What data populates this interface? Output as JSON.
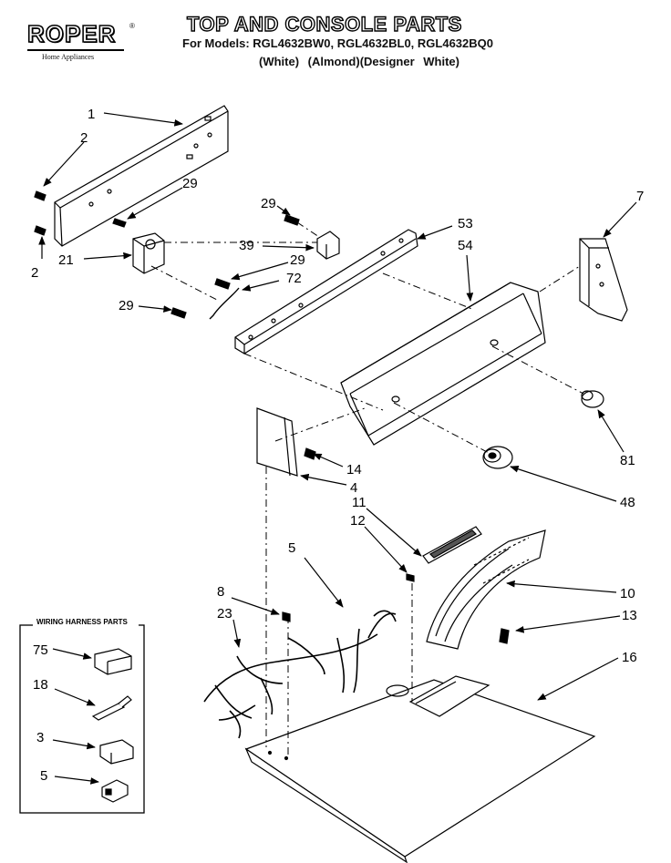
{
  "header": {
    "brand": "ROPER",
    "brand_tm": "®",
    "brand_sub": "Home Appliances",
    "title": "TOP AND CONSOLE PARTS",
    "models": "For Models: RGL4632BW0, RGL4632BL0, RGL4632BQ0",
    "colors": "(White)    (Almond)(Designer White)"
  },
  "callouts": {
    "c1": "1",
    "c2a": "2",
    "c2b": "2",
    "c29a": "29",
    "c21": "21",
    "c29b": "29",
    "c39": "39",
    "c29c": "29",
    "c72": "72",
    "c29d": "29",
    "c53": "53",
    "c54": "54",
    "c7": "7",
    "c81": "81",
    "c14": "14",
    "c4": "4",
    "c48": "48",
    "c11": "11",
    "c12": "12",
    "c5": "5",
    "c10": "10",
    "c8": "8",
    "c23": "23",
    "c13": "13",
    "c16": "16",
    "c75": "75",
    "c18": "18",
    "c3": "3",
    "c5b": "5"
  },
  "wiring_box": {
    "title": "WIRING HARNESS PARTS"
  }
}
